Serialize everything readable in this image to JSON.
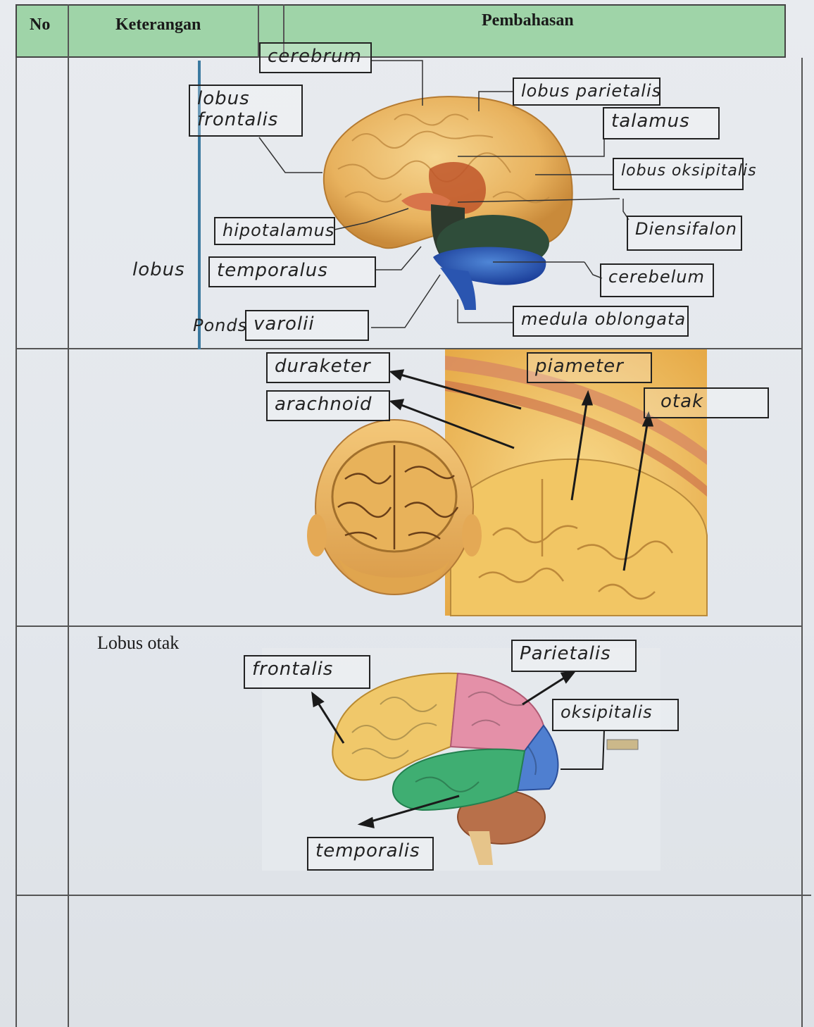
{
  "header": {
    "no": "No",
    "keterangan": "Keterangan",
    "pembahasan": "Pembahasan"
  },
  "section1": {
    "side_label": "lobus",
    "labels": {
      "cerebrum": "cerebrum",
      "lobus_frontalis": "lobus frontalis",
      "lobus_parietalis": "lobus parietalis",
      "talamus": "talamus",
      "lobus_oksipitalis": "lobus oksipitalis",
      "hipotalamus": "hipotalamus",
      "diensifalon": "Diensifalon",
      "temporalus": "temporalus",
      "cerebelum": "cerebelum",
      "pons": "Ponds",
      "varolii": "varolii",
      "medula_oblongata": "medula oblongata"
    }
  },
  "section2": {
    "labels": {
      "duramater": "duraketer",
      "arachnoid": "arachnoid",
      "piameter": "piameter",
      "otak": "otak"
    }
  },
  "section3": {
    "title": "Lobus otak",
    "labels": {
      "frontalis": "frontalis",
      "parietalis": "Parietalis",
      "oksipitalis": "oksipitalis",
      "temporalis": "temporalis"
    },
    "lobe_colors": {
      "frontal": "#f0c86a",
      "parietal": "#e490a8",
      "occipital": "#4f7fd0",
      "temporal": "#3fae72",
      "cerebellum": "#b8704a"
    }
  }
}
